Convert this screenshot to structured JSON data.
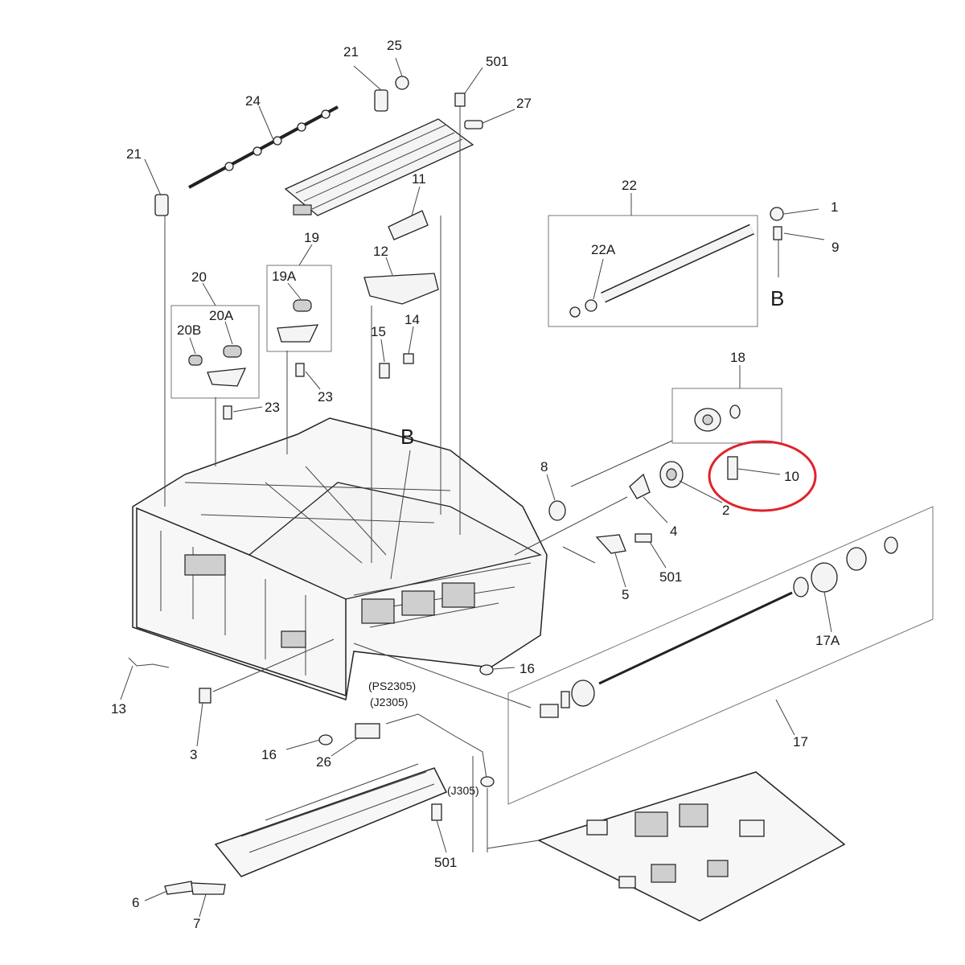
{
  "callouts": {
    "c_21a": "21",
    "c_25": "25",
    "c_501a": "501",
    "c_27": "27",
    "c_24": "24",
    "c_21b": "21",
    "c_11": "11",
    "c_22": "22",
    "c_1": "1",
    "c_9": "9",
    "c_22A": "22A",
    "c_B1": "B",
    "c_19": "19",
    "c_19A": "19A",
    "c_12": "12",
    "c_20": "20",
    "c_20A": "20A",
    "c_20B": "20B",
    "c_15": "15",
    "c_14": "14",
    "c_23a": "23",
    "c_23b": "23",
    "c_18": "18",
    "c_B2": "B",
    "c_8": "8",
    "c_10": "10",
    "c_2": "2",
    "c_4": "4",
    "c_501b": "501",
    "c_5": "5",
    "c_17A": "17A",
    "c_16a": "16",
    "c_13": "13",
    "c_PS2305": "(PS2305)",
    "c_J2305": "(J2305)",
    "c_3": "3",
    "c_16b": "16",
    "c_26": "26",
    "c_17": "17",
    "c_J305": "(J305)",
    "c_501c": "501",
    "c_6": "6",
    "c_7": "7"
  },
  "highlight": {
    "color": "#e0232b",
    "target": "10"
  }
}
